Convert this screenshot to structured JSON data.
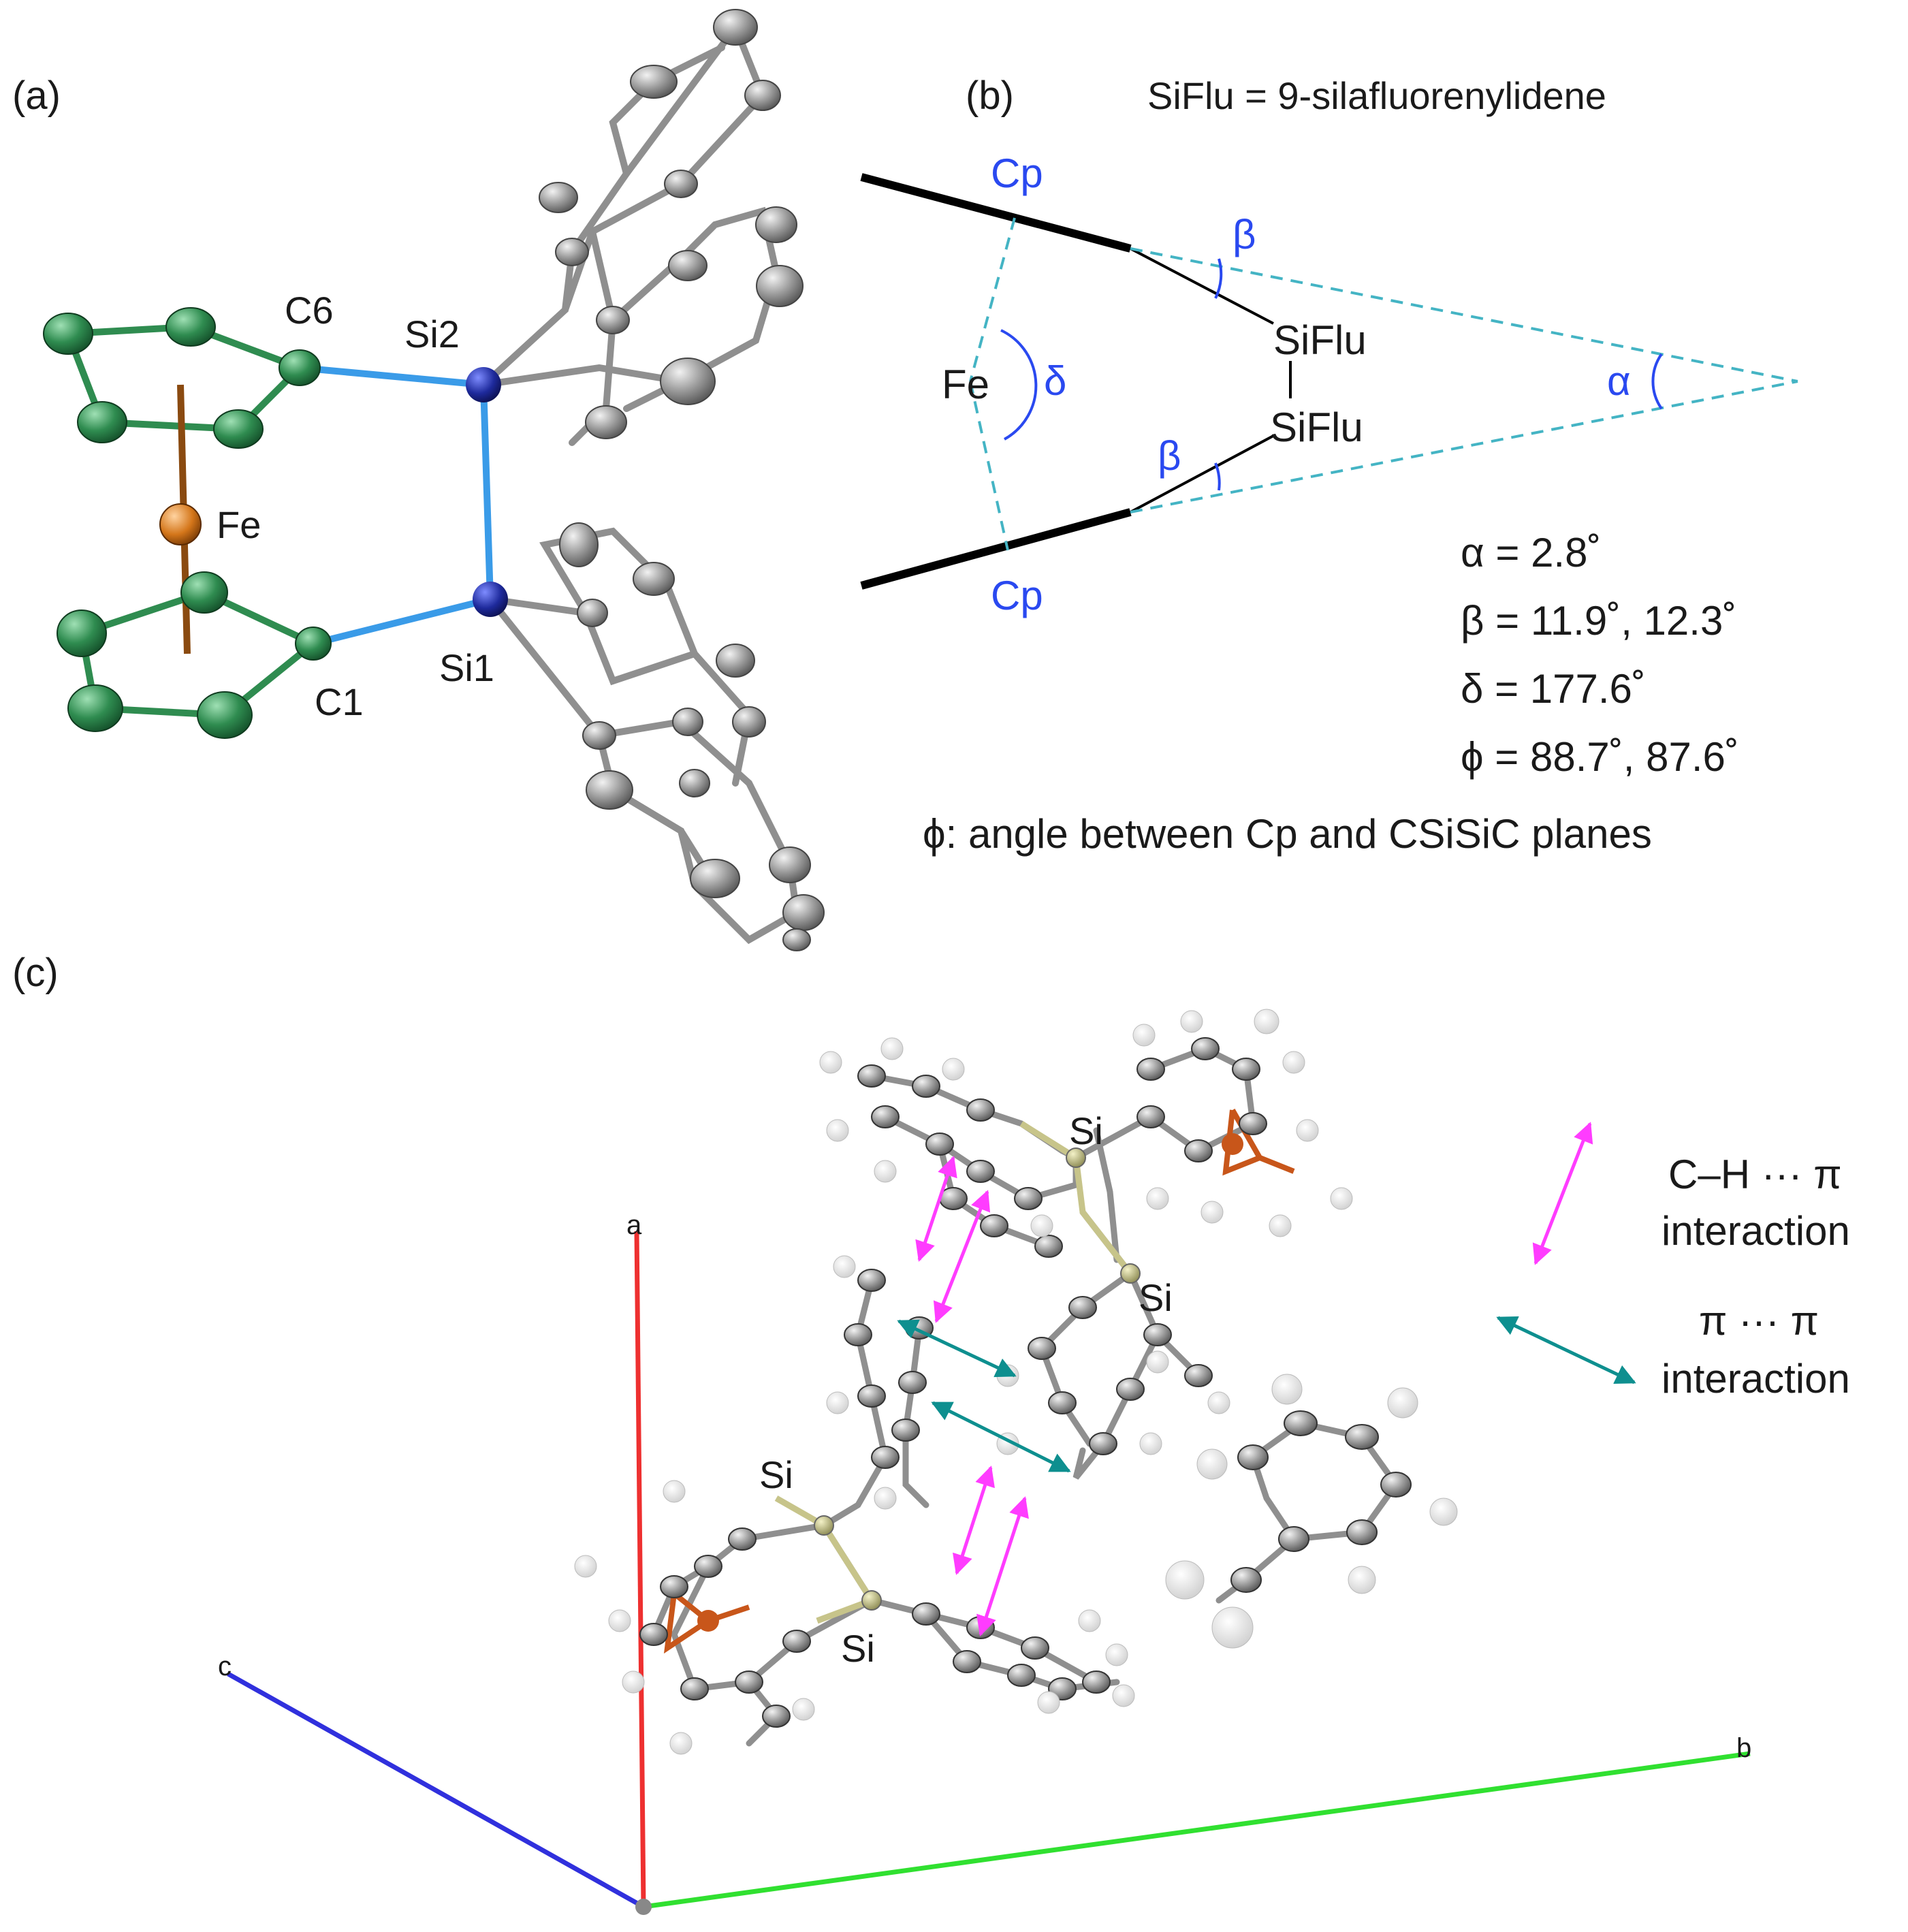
{
  "panels": {
    "a": "(a)",
    "b": "(b)",
    "c": "(c)"
  },
  "panel_a": {
    "atoms": {
      "c6": "C6",
      "si2": "Si2",
      "fe": "Fe",
      "c1": "C1",
      "si1": "Si1"
    }
  },
  "panel_b": {
    "definition": "SiFlu = 9-silafluorenylidene",
    "cp_top": "Cp",
    "cp_bottom": "Cp",
    "fe": "Fe",
    "siflu_top": "SiFlu",
    "siflu_bottom": "SiFlu",
    "alpha": "α",
    "beta_top": "β",
    "beta_bottom": "β",
    "delta": "δ",
    "values": {
      "alpha": "α = 2.8˚",
      "beta": "β = 11.9˚, 12.3˚",
      "delta": "δ = 177.6˚",
      "phi": "ϕ = 88.7˚, 87.6˚"
    },
    "phi_note": "ϕ: angle between Cp and CSiSiC planes"
  },
  "panel_c": {
    "si_labels": [
      "Si",
      "Si",
      "Si",
      "Si"
    ],
    "axes": {
      "a": "a",
      "b": "b",
      "c": "c"
    },
    "legend": {
      "ch_pi_line1": "C–H ··· π",
      "ch_pi_line2": "interaction",
      "pi_pi_line1": "π ··· π",
      "pi_pi_line2": "interaction"
    }
  },
  "colors": {
    "cp_ring": "#2f8c50",
    "fe_atom": "#d4761a",
    "si_atom": "#1e2a9c",
    "si_bond": "#3a9be8",
    "carbon_gray": "#8f8f8f",
    "label_blue": "#2a49f0",
    "dash_teal": "#44b4c4",
    "ch_pi_arrow": "#ff3cff",
    "pi_pi_arrow": "#0e8f8f",
    "axis_a": "#ee3030",
    "axis_b": "#30e030",
    "axis_c": "#3030dd"
  }
}
